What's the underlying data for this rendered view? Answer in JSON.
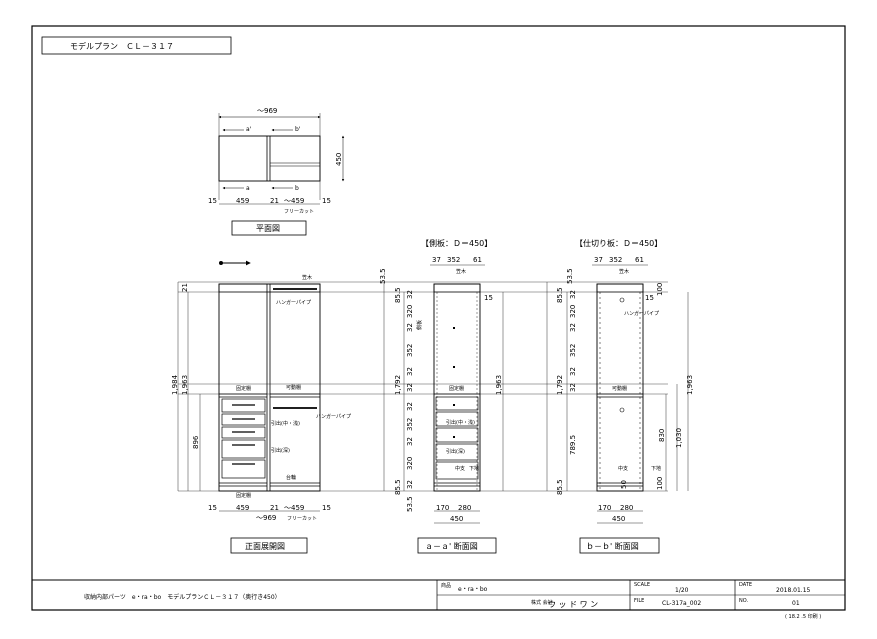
{
  "plan_title": "モデルプラン　ＣＬ－３１７",
  "plan_view": {
    "title": "平面図",
    "overall_width": "～969",
    "depth": "450",
    "section_a_top": "a'",
    "section_b_top": "b'",
    "section_a_bottom": "a",
    "section_b_bottom": "b",
    "dim_left_margin": "15",
    "dim_left_width": "459",
    "dim_gap": "21",
    "dim_right_width": "～459",
    "dim_right_margin": "15",
    "free_cut": "フリーカット"
  },
  "front_view": {
    "title": "正面展開図",
    "height_total": "1,984",
    "height_inner": "1,963",
    "top_gap": "21",
    "lower_height": "896",
    "label_top_rail": "笠木",
    "label_pipe_upper": "ハンガーパイプ",
    "label_pipe_lower": "ハンガーパイプ",
    "label_fixed_shelf_left": "固定棚",
    "label_movable_shelf": "可動棚",
    "label_drawer_mid": "引出(中・浅)",
    "label_drawer_deep": "引出(深)",
    "label_kickplate": "台輪",
    "label_fixed_shelf_bottom": "固定棚",
    "dim_left_margin": "15",
    "dim_left_width": "459",
    "dim_gap": "21",
    "dim_right_width": "～459",
    "dim_right_margin": "15",
    "overall_width": "～969",
    "free_cut": "フリーカット"
  },
  "section_a": {
    "heading": "【側板：Ｄ＝450】",
    "title": "ａ－ａ' 断面図",
    "dim_top_37": "37",
    "dim_top_352": "352",
    "dim_top_61": "61",
    "dim_top_53": "53.5",
    "dim_bottom_53": "53.5",
    "dim_85_top": "85.5",
    "dim_85_bottom": "85.5",
    "dim_1792": "1,792",
    "dim_1963": "1,963",
    "dim_15": "15",
    "col_values": [
      "32",
      "320",
      "32",
      "352",
      "32",
      "32",
      "32",
      "352",
      "32",
      "320",
      "32"
    ],
    "dim_170": "170",
    "dim_280": "280",
    "dim_450": "450",
    "label_top_rail": "笠木",
    "label_fixed_shelf": "固定棚",
    "label_drawer_mid": "引出(中・浅)",
    "label_drawer_deep": "引出(深)",
    "label_mid_mullion": "中支",
    "label_kickplate": "下地",
    "label_side": "側板"
  },
  "section_b": {
    "heading": "【仕切り板：Ｄ＝450】",
    "title": "ｂ－ｂ' 断面図",
    "dim_top_37": "37",
    "dim_top_352": "352",
    "dim_top_61": "61",
    "dim_top_53": "53.5",
    "dim_85_top": "85.5",
    "dim_85_bottom": "85.5",
    "dim_1792": "1,792",
    "dim_1963": "1,963",
    "dim_1030": "1,030",
    "dim_830": "830",
    "dim_7895": "789.5",
    "dim_15": "15",
    "dim_100_top": "100",
    "dim_100_bottom": "100",
    "dim_50": "50",
    "col_values": [
      "32",
      "320",
      "32",
      "352",
      "32",
      "32"
    ],
    "dim_170": "170",
    "dim_280": "280",
    "dim_450": "450",
    "label_top_rail": "笠木",
    "label_pipe": "ハンガーパイプ",
    "label_movable_shelf": "可動棚",
    "label_mid_mullion": "中支",
    "label_kickplate": "下地"
  },
  "title_block": {
    "description": "収納内部パーツ　e・ra・bo　モデルプランＣＬ－３１７（奥行き450）",
    "brand_label": "商品",
    "brand": "e・ra・bo",
    "company_label": "株式\n会社",
    "company": "ウ ッ ド ワ ン",
    "scale_label": "SCALE",
    "scale": "1/20",
    "file_label": "FILE",
    "file": "CL-317a_002",
    "date_label": "DATE",
    "date": "2018.01.15",
    "no_label": "NO.",
    "no": "01",
    "footer": "( 18.2 .5  印刷 )"
  }
}
